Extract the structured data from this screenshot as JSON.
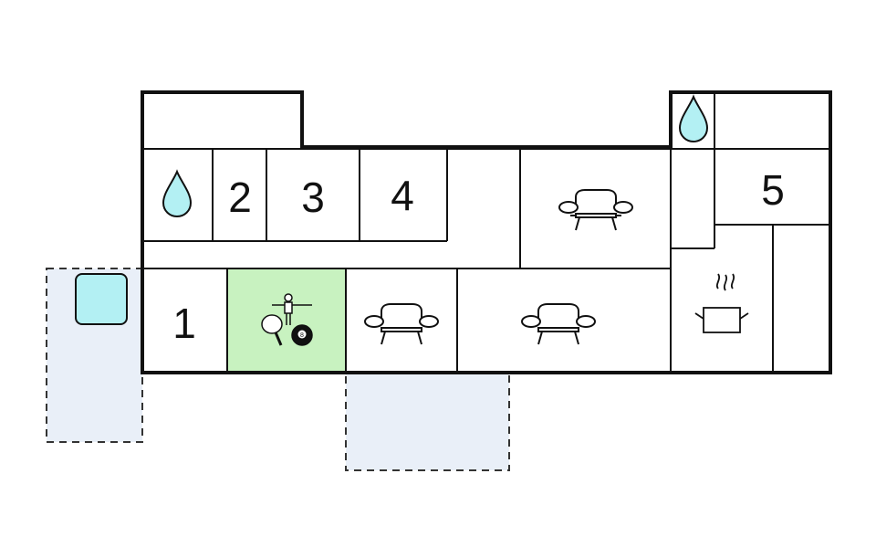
{
  "colors": {
    "wall": "#111111",
    "water": "#b3f0f3",
    "pool": "#b3f0f3",
    "game_room": "#c8f2c0",
    "terrace": "#e9eff8",
    "background": "#ffffff"
  },
  "rooms": {
    "bedroom_1": {
      "label": "1"
    },
    "bedroom_2": {
      "label": "2"
    },
    "bedroom_3": {
      "label": "3"
    },
    "bedroom_4": {
      "label": "4"
    },
    "bedroom_5": {
      "label": "5"
    }
  },
  "icons": {
    "bathroom_left": "water-drop-icon",
    "bathroom_right": "water-drop-icon",
    "pool": "swimming-pool-icon",
    "game_room": "table-tennis-foosball-billiard-icon",
    "living_top": "sofa-icon",
    "living_bottom_left": "sofa-icon",
    "living_bottom_right": "sofa-icon",
    "kitchen": "cooking-pot-icon"
  },
  "billiard_ball_number": "8"
}
